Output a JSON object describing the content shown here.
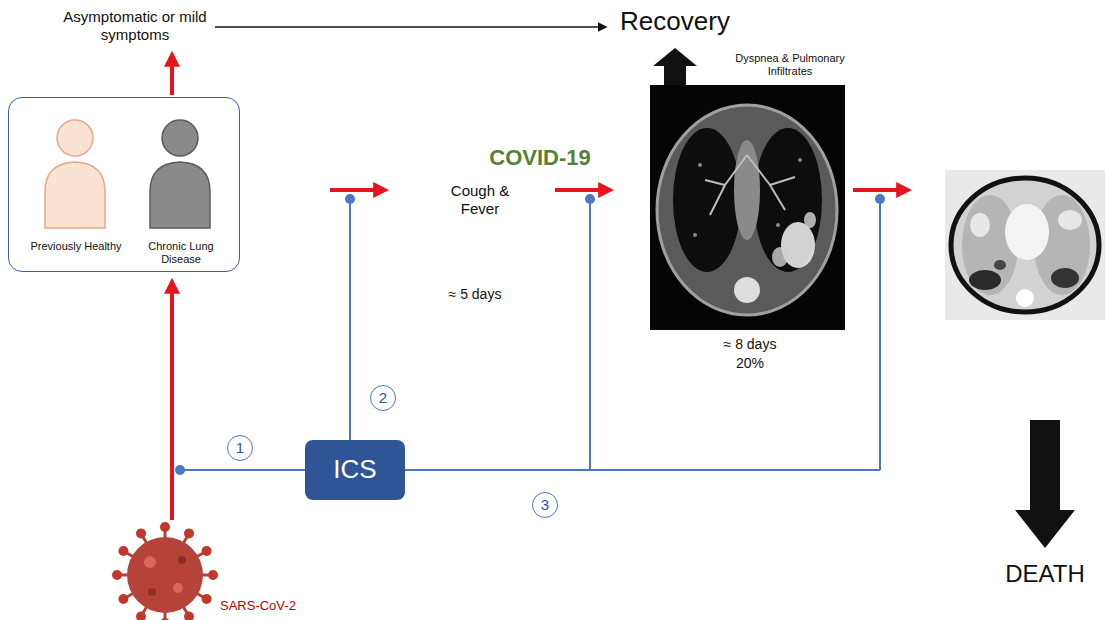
{
  "diagram": {
    "nodes": [
      {
        "text": [
          "Previously Healthy",
          "Chronic Lung Disease"
        ]
      },
      {
        "text": [
          "ICS"
        ]
      }
    ],
    "labels": [
      "Asymptomatic or mild symptoms",
      "Recovery",
      "COVID-19",
      "Cough & Fever",
      "≈ 5 days",
      "Dyspnea & Pulmonary Infiltrates",
      "≈ 8 days",
      "20%",
      "DEATH",
      "1",
      "2",
      "3",
      "SARS-CoV-2"
    ]
  }
}
